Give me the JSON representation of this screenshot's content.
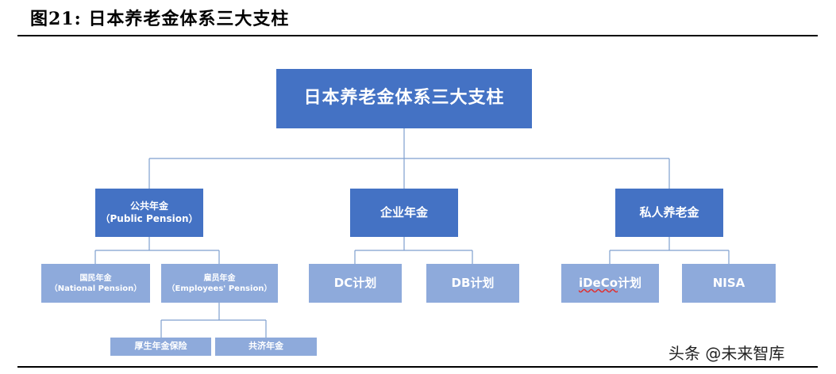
{
  "figure_label": "图21:",
  "figure_title": "日本养老金体系三大支柱",
  "root": {
    "label": "日本养老金体系三大支柱"
  },
  "pillars": {
    "public": {
      "label": "公共年金",
      "sublabel": "（Public Pension）"
    },
    "corporate": {
      "label": "企业年金"
    },
    "private": {
      "label": "私人养老金"
    }
  },
  "public_children": {
    "national": {
      "label": "国民年金",
      "sublabel": "（National Pension）"
    },
    "employees": {
      "label": "雇员年金",
      "sublabel": "（Employees' Pension）"
    }
  },
  "employees_children": {
    "kosei": {
      "label": "厚生年金保险"
    },
    "kyosai": {
      "label": "共济年金"
    }
  },
  "corporate_children": {
    "dc": {
      "label": "DC计划"
    },
    "db": {
      "label": "DB计划"
    }
  },
  "private_children": {
    "ideco_main": "iDeCo",
    "ideco_suffix": "计划",
    "nisa": {
      "label": "NISA"
    }
  },
  "watermark": "头条 @未来智库",
  "colors": {
    "dark_box": "#4472c4",
    "light_box": "#8eaadb",
    "connector": "#7f9fcf"
  }
}
